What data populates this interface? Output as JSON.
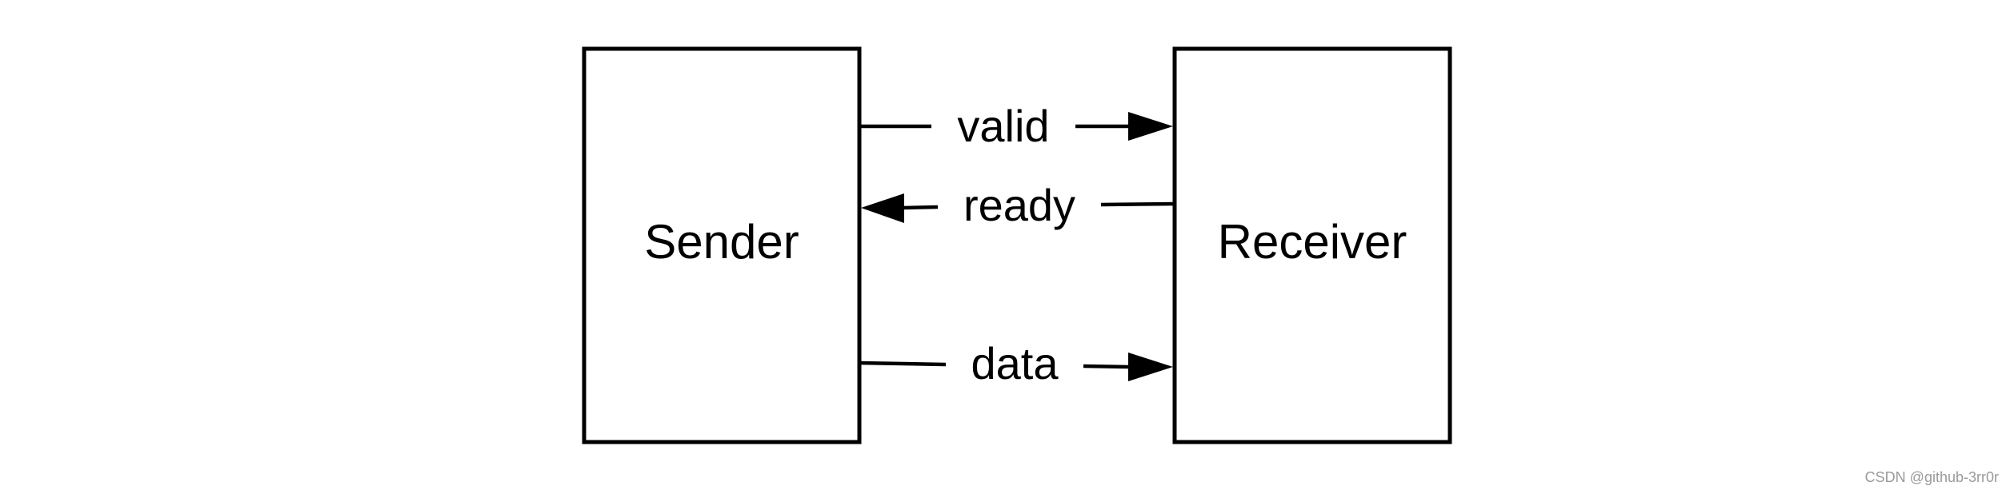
{
  "sender": {
    "label": "Sender"
  },
  "receiver": {
    "label": "Receiver"
  },
  "signals": [
    {
      "label": "valid",
      "direction": "sender-to-receiver"
    },
    {
      "label": "ready",
      "direction": "receiver-to-sender"
    },
    {
      "label": "data",
      "direction": "sender-to-receiver"
    }
  ],
  "watermark": "CSDN @github-3rr0r",
  "colors": {
    "stroke": "#000000",
    "background": "#ffffff",
    "watermark": "#9a9a9a"
  }
}
